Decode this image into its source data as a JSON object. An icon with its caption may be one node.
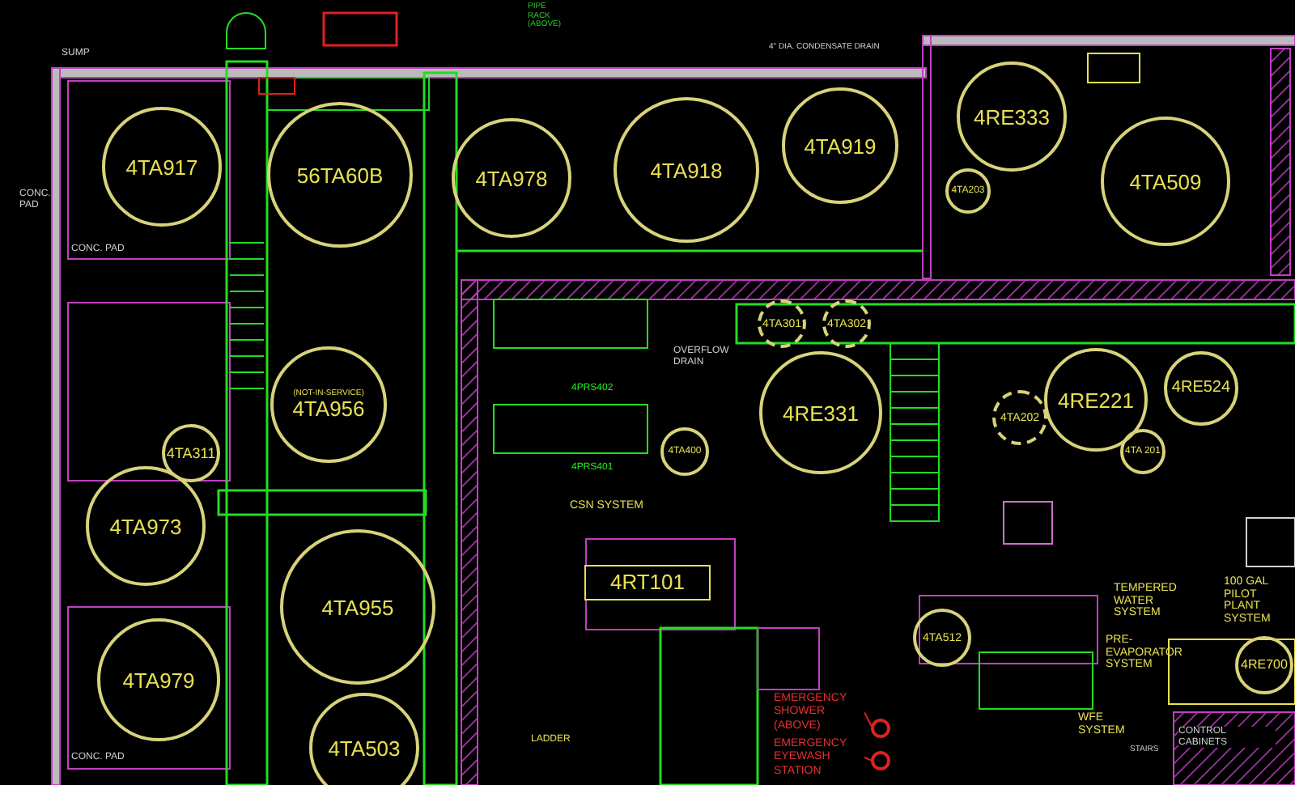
{
  "diagram": {
    "nodes": [
      {
        "text": [
          "4TA917"
        ]
      },
      {
        "text": [
          "56TA60B"
        ]
      },
      {
        "text": [
          "4TA978"
        ]
      },
      {
        "text": [
          "4TA918"
        ]
      },
      {
        "text": [
          "4TA919"
        ]
      },
      {
        "text": [
          "4RE333"
        ]
      },
      {
        "text": [
          "4TA509"
        ]
      },
      {
        "text": [
          "(NOT-IN-SERVICE)",
          "4TA956"
        ]
      },
      {
        "text": [
          "4TA311"
        ]
      },
      {
        "text": [
          "4TA973"
        ]
      },
      {
        "text": [
          "4TA955"
        ]
      },
      {
        "text": [
          "4TA979"
        ]
      },
      {
        "text": [
          "4TA503"
        ]
      },
      {
        "text": [
          "4RE331"
        ]
      },
      {
        "text": [
          "4RE221"
        ]
      },
      {
        "text": [
          "4RE524"
        ]
      },
      {
        "text": [
          "4TA202"
        ]
      },
      {
        "text": [
          "4TA301"
        ]
      },
      {
        "text": [
          "4TA302"
        ]
      },
      {
        "text": [
          "4TA203"
        ]
      },
      {
        "text": [
          "4RT101"
        ]
      },
      {
        "text": [
          "4TA400"
        ]
      },
      {
        "text": [
          "4TA512"
        ]
      },
      {
        "text": [
          "4RE700"
        ]
      },
      {
        "text": [
          "4TA 201"
        ]
      },
      {
        "text": [
          "EMERGENCY SHOWER (ABOVE)"
        ]
      },
      {
        "text": [],
        "shape": "circle"
      },
      {
        "text": [
          "EMERGENCY EYEWASH STATION"
        ]
      },
      {
        "text": [],
        "shape": "circle"
      }
    ],
    "edges": [
      {
        "from": 25,
        "to": 26,
        "arrow": "none"
      },
      {
        "from": 27,
        "to": 28,
        "arrow": "none"
      }
    ],
    "labels": [
      "SUMP",
      "CONC. PAD",
      "CONC. PAD",
      "CONC. PAD",
      "PIPE RACK (ABOVE)",
      "4\" DIA. CONDENSATE DRAIN",
      "OVERFLOW DRAIN",
      "4PRS402",
      "4PRS401",
      "CSN SYSTEM",
      "TEMPERED WATER SYSTEM",
      "100 GAL PILOT PLANT SYSTEM",
      "PRE-EVAPORATOR SYSTEM",
      "WFE SYSTEM",
      "LADDER",
      "CONTROL CABINETS",
      "STAIRS"
    ]
  }
}
